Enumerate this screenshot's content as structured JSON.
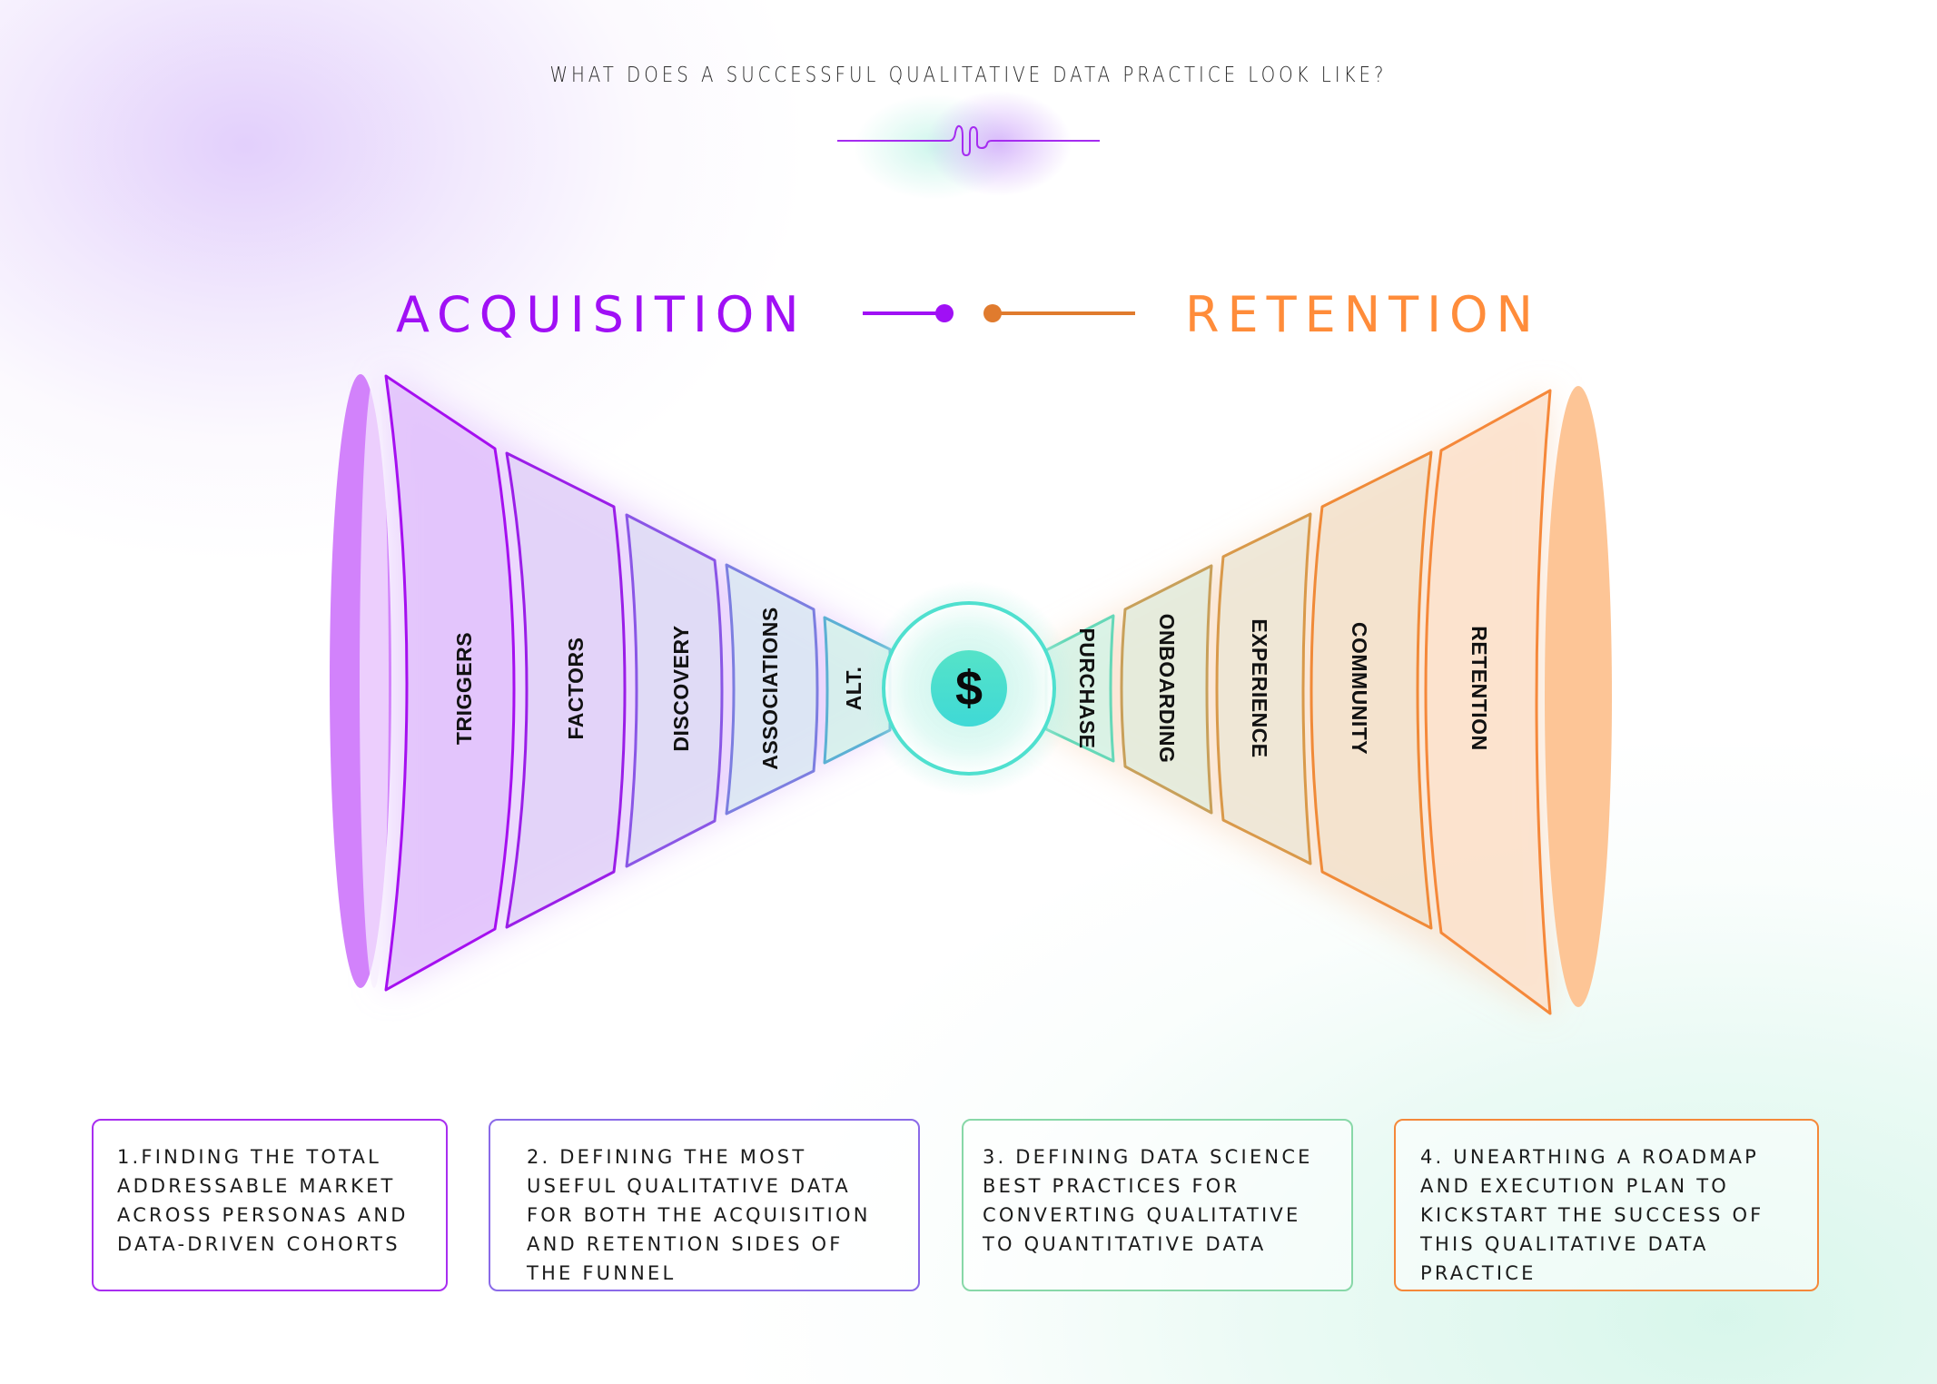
{
  "header": {
    "title": "WHAT DOES A SUCCESSFUL QUALITATIVE DATA PRACTICE LOOK LIKE?",
    "wave_icon": "sound-wave-divider"
  },
  "sections": {
    "acquisition": {
      "label": "ACQUISITION",
      "color": "#a010f5"
    },
    "retention": {
      "label": "RETENTION",
      "color": "#ff8c3a"
    }
  },
  "connector": {
    "left_color": "#a010f5",
    "right_color": "#e07b2e"
  },
  "center": {
    "icon": "dollar-sign",
    "symbol": "$",
    "color": "#4fe0cf"
  },
  "acquisition_stages": [
    {
      "label": "TRIGGERS",
      "color": "#a50ff0"
    },
    {
      "label": "FACTORS",
      "color": "#9a1ee8"
    },
    {
      "label": "DISCOVERY",
      "color": "#8a56e6"
    },
    {
      "label": "ASSOCIATIONS",
      "color": "#7c7ee0"
    },
    {
      "label": "ALT.",
      "color": "#5cb0d4"
    }
  ],
  "retention_stages": [
    {
      "label": "PURCHASE",
      "color": "#66d8b8"
    },
    {
      "label": "ONBOARDING",
      "color": "#c8a05a"
    },
    {
      "label": "EXPERIENCE",
      "color": "#d9994a"
    },
    {
      "label": "COMMUNITY",
      "color": "#f08a38"
    },
    {
      "label": "RETENTION",
      "color": "#f5883a"
    }
  ],
  "cards": [
    {
      "text": "1.FINDING THE TOTAL\nADDRESSABLE MARKET\nACROSS PERSONAS AND\nDATA-DRIVEN COHORTS",
      "border": "#a82ef0"
    },
    {
      "text": "2. DEFINING THE MOST\nUSEFUL QUALITATIVE DATA\nFOR BOTH THE ACQUISITION\nAND RETENTION SIDES OF\nTHE FUNNEL",
      "border": "#8a6ae8"
    },
    {
      "text": "3. DEFINING DATA SCIENCE\nBEST PRACTICES FOR\nCONVERTING QUALITATIVE\nTO QUANTITATIVE DATA",
      "border": "#88d8a8"
    },
    {
      "text": "4. UNEARTHING A ROADMAP\nAND EXECUTION PLAN TO\nKICKSTART THE SUCCESS OF\nTHIS QUALITATIVE DATA\nPRACTICE",
      "border": "#f5883a"
    }
  ]
}
